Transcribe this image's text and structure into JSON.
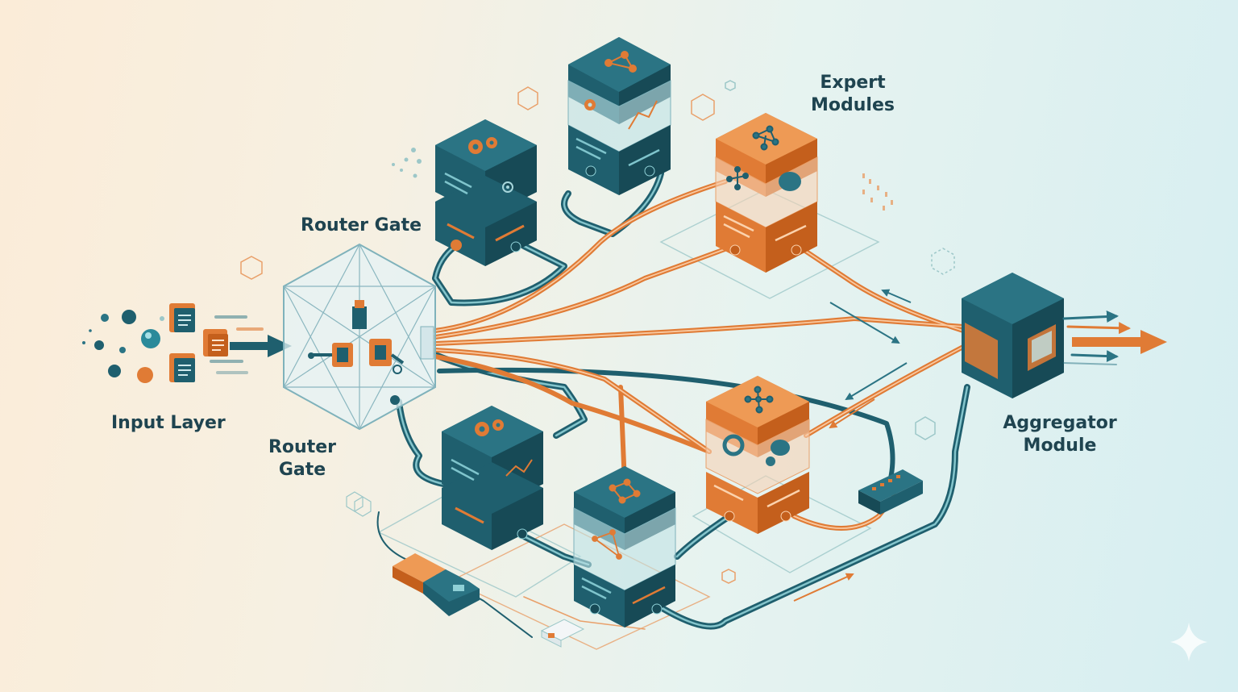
{
  "labels": {
    "input_layer": "Input Layer",
    "router_gate_top": "Router Gate",
    "router_gate_bottom_line1": "Router",
    "router_gate_bottom_line2": "Gate",
    "expert_modules_line1": "Expert",
    "expert_modules_line2": "Modules",
    "aggregator_line1": "Aggregator",
    "aggregator_line2": "Module"
  },
  "colors": {
    "teal": "#1f5f6e",
    "teal_dark": "#174a56",
    "teal_top": "#2b7484",
    "orange": "#e07b35",
    "orange_dark": "#c45f1c",
    "orange_top": "#ee9a55"
  },
  "icons": {
    "gear": "gear-icon",
    "network": "network-graph-icon",
    "document": "document-icon",
    "arrow": "arrow-right-icon",
    "hexagon": "hexagon-icon",
    "sparkle": "sparkle-icon"
  }
}
